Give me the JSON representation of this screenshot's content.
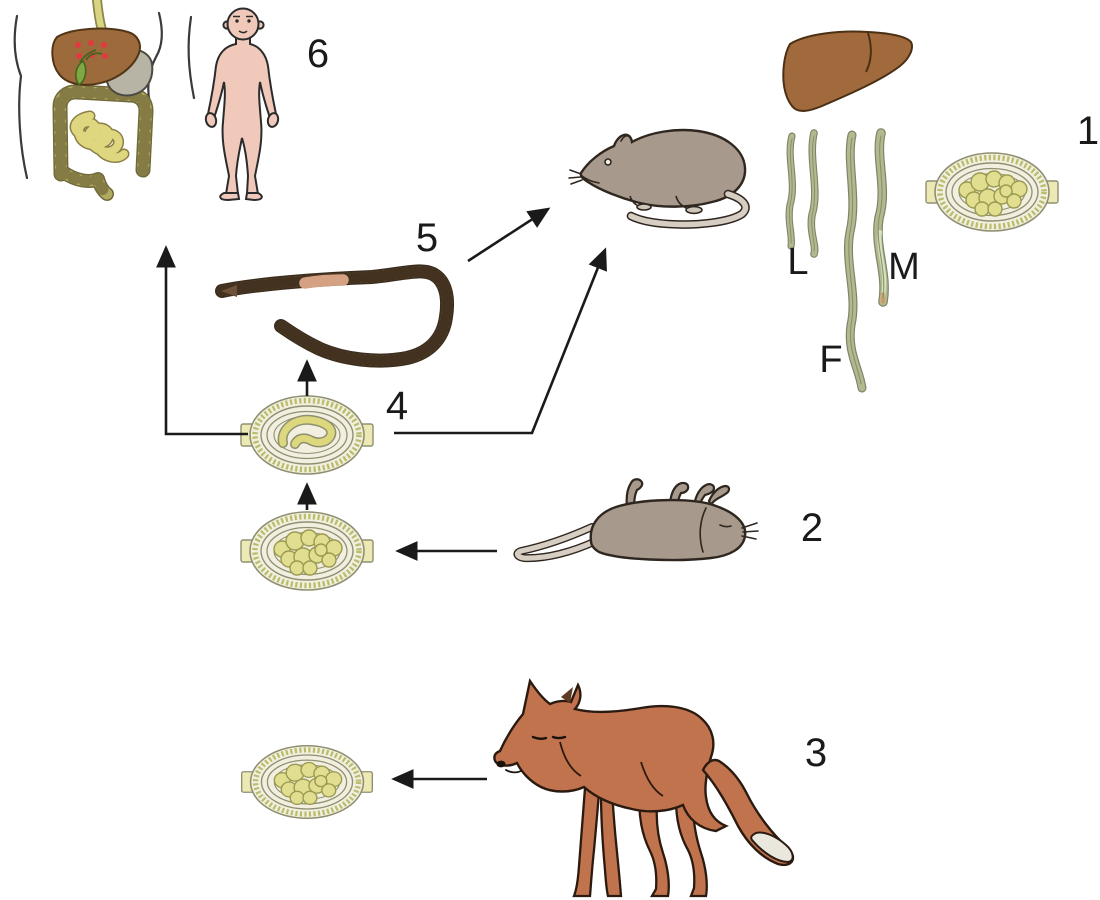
{
  "diagram": {
    "description": "parasite life cycle diagram",
    "labels": {
      "s1": "1",
      "s2": "2",
      "s3": "3",
      "s4": "4",
      "s5": "5",
      "s6": "6",
      "larva": "L",
      "male": "M",
      "female": "F"
    },
    "colors": {
      "arrow": "#1a1a1a",
      "fox_body": "#c1734d",
      "fox_tail_tip": "#eae7de",
      "fox_ear_inner": "#5e3b22",
      "rat_body": "#a79a8d",
      "rat_tail": "#d6cec2",
      "liver": "#a16a3c",
      "earthworm": "#6e5138",
      "clitellum": "#d4a183",
      "nematode": "#b4b88e",
      "nematode_inner": "#d4e4c0",
      "egg_shell": "#f2efe0",
      "egg_rim": "#b9bd6a",
      "egg_cells": "#e2de90",
      "egg_plug": "#ede9b4",
      "egg_larva": "#ddd87e",
      "human_skin": "#f1c9ba",
      "digestive_liver": "#9d6b3b",
      "stomach": "#b7b4a5",
      "small_intestine": "#ded77f",
      "large_intestine": "#b2aa60",
      "gallbladder": "#7fa743",
      "liver_lesions": "#e23a40"
    }
  }
}
